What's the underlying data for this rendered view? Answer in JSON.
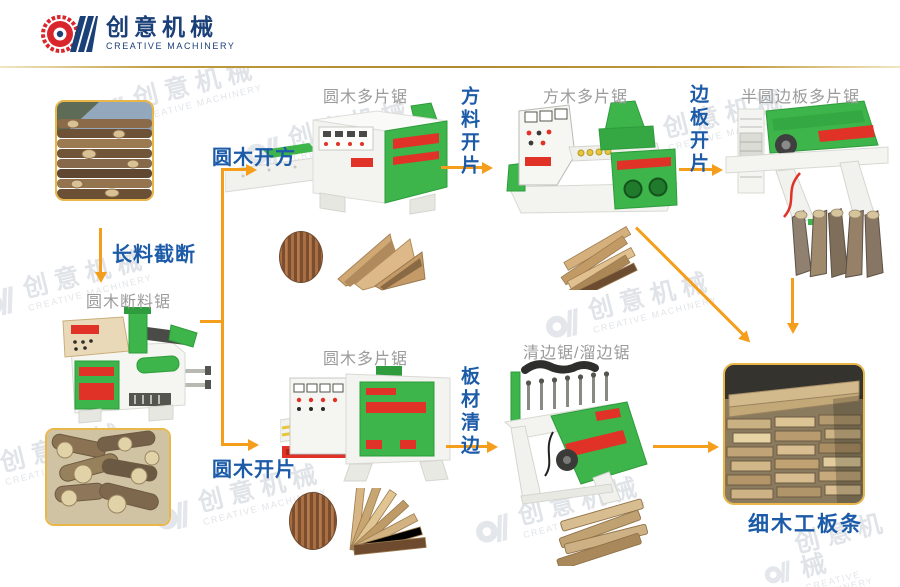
{
  "header": {
    "brand_cn": "创意机械",
    "brand_en": "CREATIVE MACHINERY"
  },
  "watermark": {
    "cn": "创意机械",
    "en": "CREATIVE MACHINERY"
  },
  "process_labels": {
    "cut_long_logs": "长料截断",
    "log_squaring": "圆木开方",
    "square_slicing": "方料开片",
    "edge_board_slicing": "边板开片",
    "log_slicing": "圆木开片",
    "board_edging": "板材清边"
  },
  "machine_labels": {
    "log_cutoff_saw": "圆木断料锯",
    "log_multi_rip_saw_top": "圆木多片锯",
    "square_wood_multi_rip_saw": "方木多片锯",
    "half_round_edge_board_multi_rip_saw": "半圆边板多片锯",
    "log_multi_rip_saw_bottom": "圆木多片锯",
    "edging_saw": "清边锯/溜边锯"
  },
  "final_product_label": "细木工板条",
  "colors": {
    "arrow_orange": "#F59E1B",
    "label_blue": "#1C5BA8",
    "machine_label_gray": "#9B9B9B",
    "machine_green": "#3DB54A",
    "machine_red": "#E03226",
    "photo_border_yellow": "#E9B64A",
    "header_rule_gold": "#C09A3E"
  }
}
